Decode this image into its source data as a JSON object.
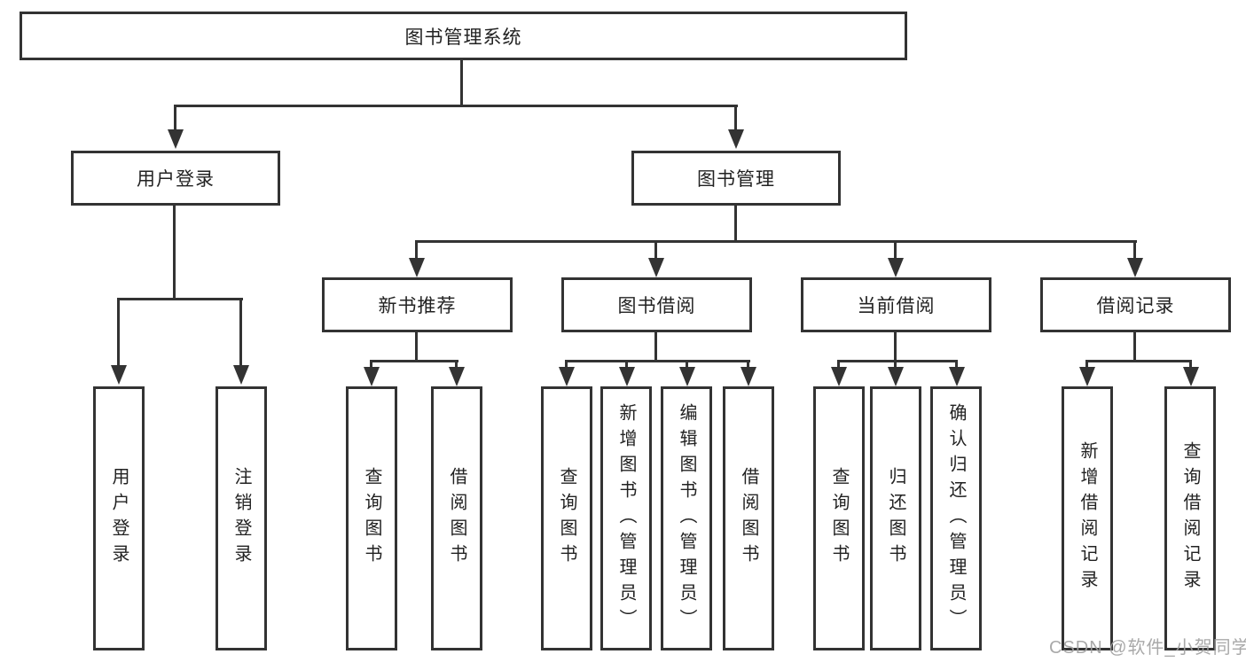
{
  "diagram_title": "图书管理系统",
  "colors": {
    "line": "#333333",
    "text": "#222222",
    "background": "#ffffff",
    "watermark": "#a0a0a0"
  },
  "tree": {
    "root": "图书管理系统",
    "branches": [
      {
        "label": "用户登录",
        "children": [
          "用户登录",
          "注销登录"
        ]
      },
      {
        "label": "图书管理",
        "groups": [
          {
            "label": "新书推荐",
            "children": [
              "查询图书",
              "借阅图书"
            ]
          },
          {
            "label": "图书借阅",
            "children": [
              "查询图书",
              "新增图书（管理员）",
              "编辑图书（管理员）",
              "借阅图书"
            ]
          },
          {
            "label": "当前借阅",
            "children": [
              "查询图书",
              "归还图书",
              "确认归还（管理员）"
            ]
          },
          {
            "label": "借阅记录",
            "children": [
              "新增借阅记录",
              "查询借阅记录"
            ]
          }
        ]
      }
    ]
  },
  "watermark": "CSDN @软件_小贺同学"
}
